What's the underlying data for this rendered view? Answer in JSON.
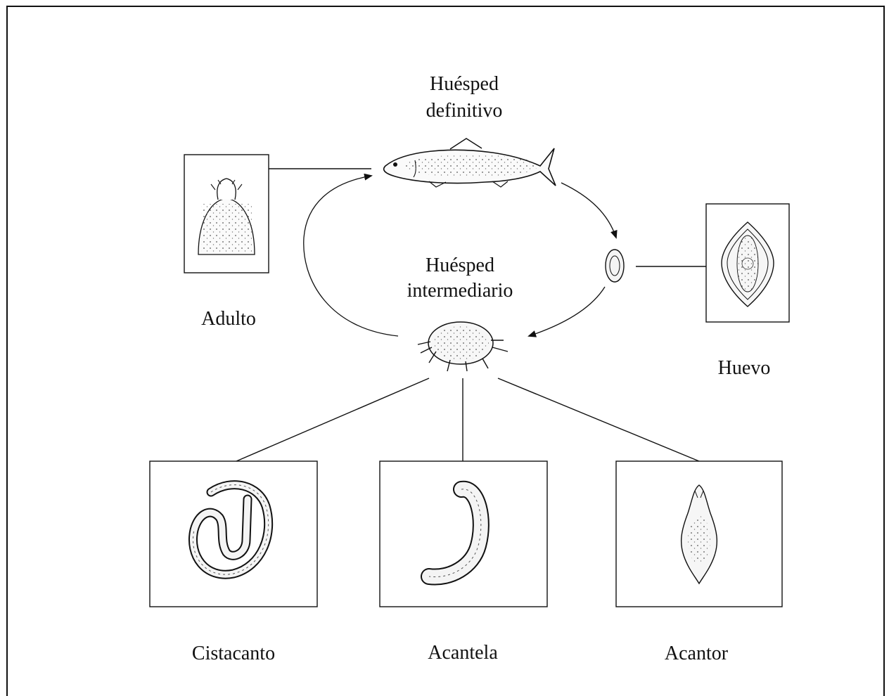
{
  "definitive_host": {
    "line1": "Huésped",
    "line2": "definitivo"
  },
  "intermediate_host": {
    "line1": "Huésped",
    "line2": "intermediario"
  },
  "stages": {
    "adult": "Adulto",
    "egg": "Huevo",
    "cystacanth": "Cistacanto",
    "acanthella": "Acantela",
    "acanthor": "Acantor"
  },
  "colors": {
    "ink": "#111111",
    "paper": "#ffffff"
  }
}
